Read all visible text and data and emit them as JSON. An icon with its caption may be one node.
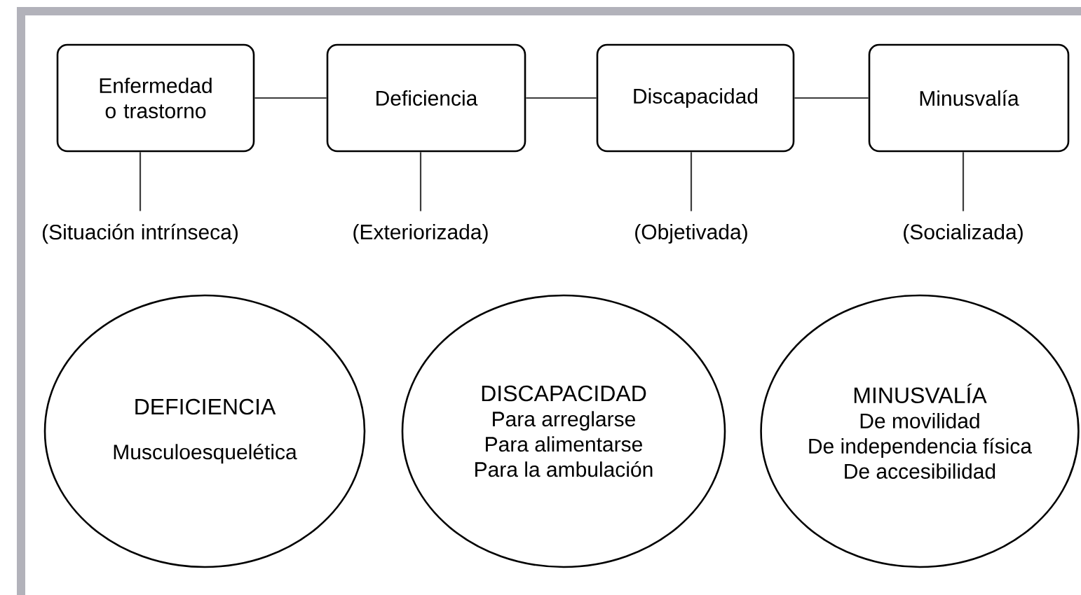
{
  "diagram": {
    "nodes": [
      {
        "text": [
          "Enfermedad o trastorno"
        ]
      },
      {
        "text": [
          "Deficiencia"
        ]
      },
      {
        "text": [
          "Discapacidad"
        ]
      },
      {
        "text": [
          "Minusvalía"
        ]
      },
      {
        "text": [
          "(Situación intrínseca)"
        ]
      },
      {
        "text": [
          "(Exteriorizada)"
        ]
      },
      {
        "text": [
          "(Objetivada)"
        ]
      },
      {
        "text": [
          "(Socializada)"
        ]
      },
      {
        "text": [
          "DEFICIENCIA",
          "Musculoesquelética"
        ]
      },
      {
        "text": [
          "DISCAPACIDAD",
          "Para arreglarse",
          "Para alimentarse",
          "Para la ambulación"
        ]
      },
      {
        "text": [
          "MINUSVALÍA",
          "De movilidad",
          "De independencia física",
          "De accesibilidad"
        ]
      }
    ],
    "edges": [
      {
        "from": 0,
        "to": 1,
        "arrow": "none"
      },
      {
        "from": 1,
        "to": 2,
        "arrow": "none"
      },
      {
        "from": 2,
        "to": 3,
        "arrow": "none"
      },
      {
        "from": 0,
        "to": 4,
        "arrow": "none"
      },
      {
        "from": 1,
        "to": 5,
        "arrow": "none"
      },
      {
        "from": 2,
        "to": 6,
        "arrow": "none"
      },
      {
        "from": 3,
        "to": 7,
        "arrow": "none"
      }
    ]
  }
}
